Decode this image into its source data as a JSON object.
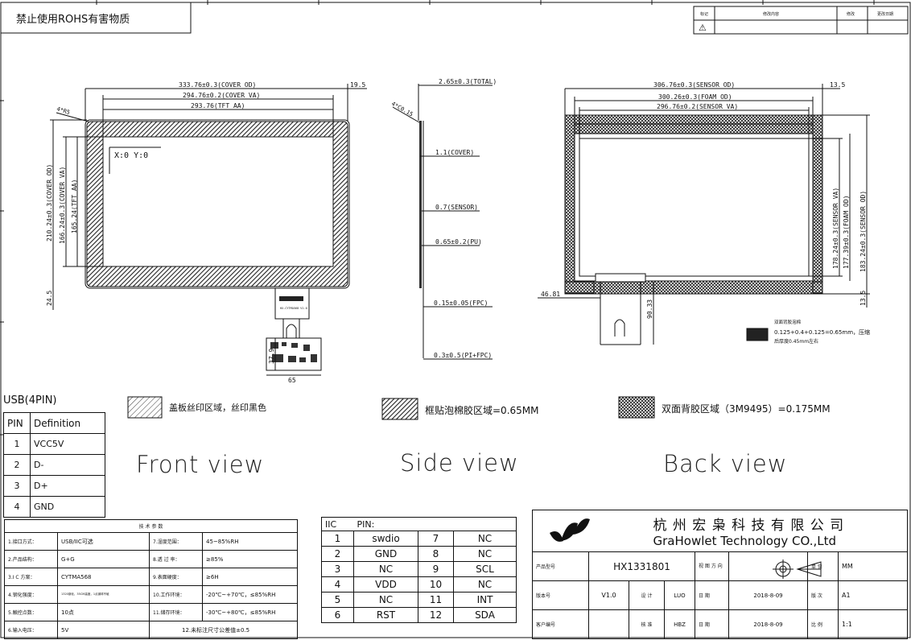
{
  "header": {
    "warning_text": "禁止使用ROHS有害物质"
  },
  "revision_table": {
    "col_mark": "标记",
    "col_content": "修改内容",
    "col_person": "修改",
    "col_date": "更改日期",
    "row_symbol": "⚠"
  },
  "front_view": {
    "title": "Front view",
    "dims": {
      "cover_od": "333.76±0.3(COVER OD)",
      "cover_va": "294.76±0.2(COVER VA)",
      "tft_aa": "293.76(TFT AA)",
      "right_margin": "19.5",
      "corner_r": "4*R5",
      "height_cover_od": "210.24±0.3(COVER OD)",
      "height_cover_va": "166.24±0.3(COVER VA)",
      "height_tft_aa": "165.24(TFT AA)",
      "bottom_margin": "24.5",
      "fpc_height": "37.9",
      "fpc_width": "65"
    },
    "coord_readout": "X:0 Y:0",
    "fpc_label": "HX-CYTMA568 V1.0"
  },
  "side_view": {
    "title": "Side view",
    "corner_c": "4*C0.15",
    "layers": [
      "2.65±0.3(TOTAL)",
      "1.1(COVER)",
      "0.7(SENSOR)",
      "0.65±0.2(PU)",
      "0.15±0.05(FPC)",
      "0.3±0.5(PI+FPC)"
    ]
  },
  "back_view": {
    "title": "Back view",
    "dims": {
      "sensor_od": "306.76±0.3(SENSOR OD)",
      "foam_od": "300.26±0.3(FOAM OD)",
      "sensor_va": "296.76±0.2(SENSOR VA)",
      "right_margin": "13.5",
      "h_sensor_va": "178.24±0.3(SENSOR VA)",
      "h_foam_od": "177.39±0.3(FOAM OD)",
      "h_sensor_od": "183.24±0.3(SENSOR OD)",
      "bottom_margin": "13.5",
      "left_offset": "46.81",
      "fpc_offset": "90.33"
    },
    "tape_note": {
      "title": "双面背胶泡棉",
      "line1": "0.125+0.4+0.125=0.65mm，压缩",
      "line2": "后厚度0.45mm左右"
    }
  },
  "legend": {
    "cover_print": "盖板丝印区域，丝印黑色",
    "foam_area": "框贴泡棉胶区域=0.65MM",
    "tape_area": "双面背胶区域（3M9495）=0.175MM"
  },
  "usb_table": {
    "title": "USB(4PIN)",
    "headers": [
      "PIN",
      "Definition"
    ],
    "rows": [
      [
        "1",
        "VCC5V"
      ],
      [
        "2",
        "D-"
      ],
      [
        "3",
        "D+"
      ],
      [
        "4",
        "GND"
      ]
    ]
  },
  "spec_table": {
    "title": "技 术 参 数",
    "rows": [
      [
        "1.接口方式：",
        "USB/IIC可选",
        "7.湿度范围：",
        "45~85%RH"
      ],
      [
        "2.产品结构：",
        "G+G",
        "8.透 过 率：",
        "≥85%"
      ],
      [
        "3.I C 方案：",
        "CYTMA568",
        "9.表面硬度：",
        "≥6H"
      ],
      [
        "4.钢化强度：",
        "1320钢化，35CM高度，1点钢球不破",
        "10.工作环境：",
        "-20℃~+70℃，≤85%RH"
      ],
      [
        "5.触控点数：",
        "10点",
        "11.储存环境：",
        "-30℃~+80℃，≤85%RH"
      ],
      [
        "6.输入电压：",
        "5V",
        "12.未标注尺寸公差值±0.5",
        ""
      ]
    ]
  },
  "iic_table": {
    "title_left": "IIC",
    "title_right": "PIN:",
    "rows": [
      [
        "1",
        "swdio",
        "7",
        "NC"
      ],
      [
        "2",
        "GND",
        "8",
        "NC"
      ],
      [
        "3",
        "NC",
        "9",
        "SCL"
      ],
      [
        "4",
        "VDD",
        "10",
        "NC"
      ],
      [
        "5",
        "NC",
        "11",
        "INT"
      ],
      [
        "6",
        "RST",
        "12",
        "SDA"
      ]
    ]
  },
  "title_block": {
    "company_cn": "杭 州 宏 枭 科 技 有 限 公 司",
    "company_en": "GraHowlet Technology CO.,Ltd",
    "product_label": "产品型号",
    "product_value": "HX1331801",
    "view_dir_label": "视 图 方 向",
    "unit_label": "单 位",
    "unit_value": "MM",
    "version_label": "版本号",
    "version_value": "V1.0",
    "design_label": "设 计",
    "design_value": "LUO",
    "date_label": "日 期",
    "date_value": "2018-8-09",
    "edition_label": "版 次",
    "edition_value": "A1",
    "customer_label": "客户编号",
    "approve_label": "核 准",
    "approve_value": "HBZ",
    "date2_value": "2018-8-09",
    "scale_label": "比 例",
    "scale_value": "1:1"
  },
  "colors": {
    "line": "#111111",
    "hatch": "#333333"
  }
}
